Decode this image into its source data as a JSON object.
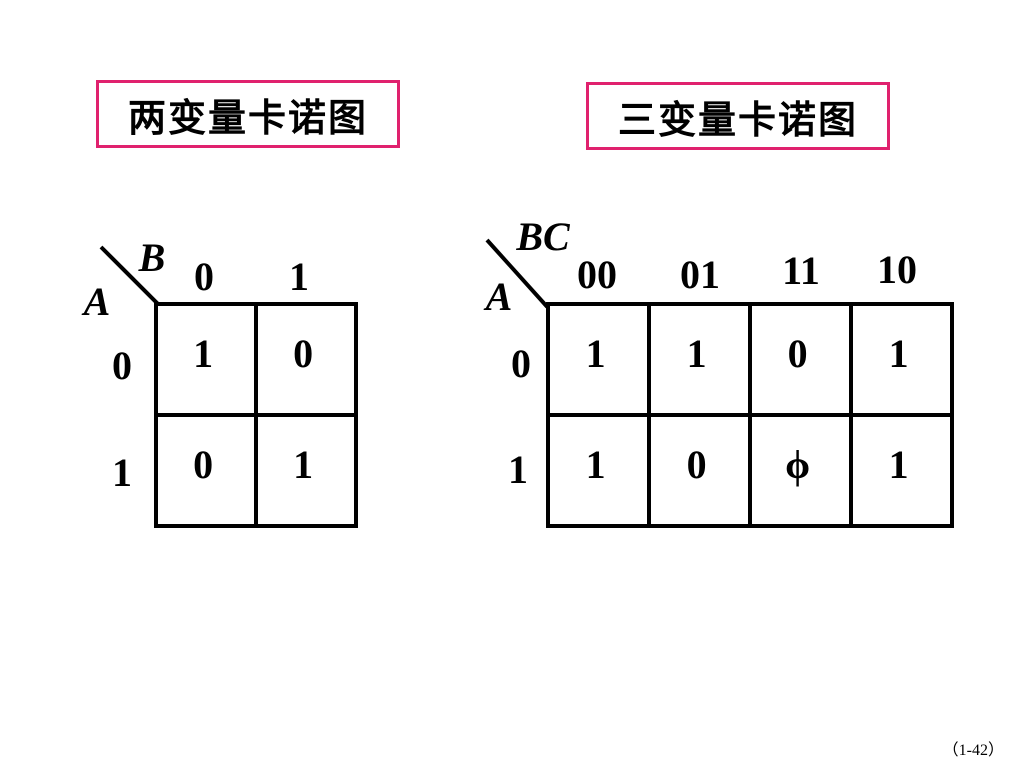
{
  "left_map": {
    "title": "两变量卡诺图",
    "row_var": "A",
    "col_var": "B",
    "col_labels": [
      "0",
      "1"
    ],
    "row_labels": [
      "0",
      "1"
    ],
    "cells": [
      [
        "1",
        "0"
      ],
      [
        "0",
        "1"
      ]
    ]
  },
  "right_map": {
    "title": "三变量卡诺图",
    "row_var": "A",
    "col_var": "BC",
    "col_labels": [
      "00",
      "01",
      "11",
      "10"
    ],
    "row_labels": [
      "0",
      "1"
    ],
    "cells": [
      [
        "1",
        "1",
        "0",
        "1"
      ],
      [
        "1",
        "0",
        "ϕ",
        "1"
      ]
    ]
  },
  "page_number": "（1-42）"
}
